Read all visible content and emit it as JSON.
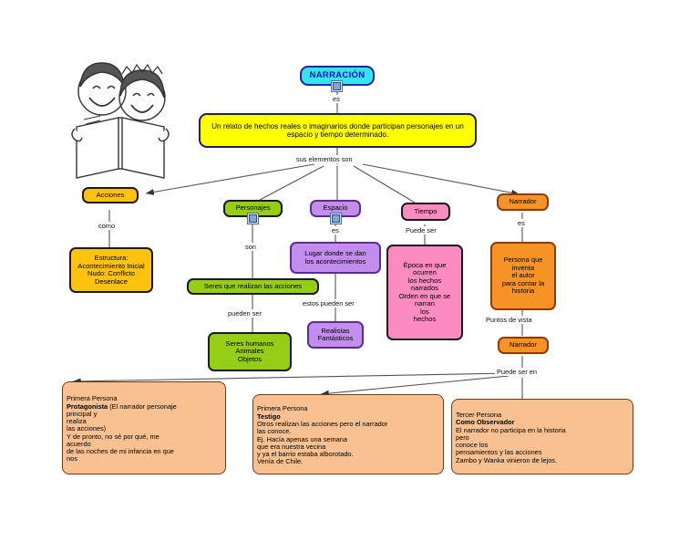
{
  "diagram": {
    "title": "NARRACIÓN",
    "type": "concept-map",
    "illustration": "two-children-reading-book-illustration",
    "colors": {
      "title_fill": "#33e6ee",
      "title_border": "#2222aa",
      "title_text": "#1111bb",
      "definition_fill": "#ffff00",
      "definition_border": "#1a1a8c",
      "gold": "#ffc20e",
      "green": "#96ce16",
      "purple": "#c38ded",
      "pink": "#fb8bc0",
      "orange": "#f79325",
      "peach": "#f9c191",
      "edge": "#444444"
    }
  },
  "nodes": {
    "root": "NARRACIÓN",
    "definition": "Un relato de hechos reales o imaginarios donde participan personajes en un espacio y tiempo determinado.",
    "acciones": "Acciones",
    "personajes": "Personajes",
    "espacio": "Espacio",
    "tiempo": "Tiempo",
    "narrador": "Narrador",
    "estructura_l1": "Estructura:",
    "estructura_l2": "Acontecimiento Inicial",
    "estructura_l3": "Nudo: Conflicto",
    "estructura_l4": "Desenlace",
    "seres_acciones": "Seres que realizan las acciones",
    "seres_tipos_l1": "Seres humanos",
    "seres_tipos_l2": "Animales",
    "seres_tipos_l3": "Objetos",
    "lugar_l1": "Lugar donde se dan",
    "lugar_l2": "los acontecimientos",
    "realistas_l1": "Realistas",
    "realistas_l2": "Fantásticos",
    "epoca_l1": "Época en que",
    "epoca_l2": "ocurren",
    "epoca_l3": "los hechos",
    "epoca_l4": "narrados",
    "epoca_l5": "Orden en que se",
    "epoca_l6": "narran",
    "epoca_l7": "los",
    "epoca_l8": "hechos",
    "persona_l1": "Persona que",
    "persona_l2": "inventa",
    "persona_l3": "el autor",
    "persona_l4": "para contar la",
    "persona_l5": "historia",
    "narrador2": "Narrador",
    "protagonista_l1": "Primera Persona",
    "protagonista_l2": "Protagonista",
    "protagonista_l2b": " (El narrador personaje",
    "protagonista_l3": "principal y",
    "protagonista_l4": "realiza",
    "protagonista_l5": "las acciones)",
    "protagonista_l6": "Y de pronto, no sé por qué, me",
    "protagonista_l7": "acuerdo",
    "protagonista_l8": "de las noches de mi infancia en que",
    "protagonista_l9": "nos",
    "testigo_l1": "Primera Persona",
    "testigo_l2": "Testigo",
    "testigo_l3": "Otros realizan las acciones pero el narrador",
    "testigo_l4": "las conoce.",
    "testigo_l5": "Ej. Hacía apenas una semana",
    "testigo_l6": "que era nuestra vecina",
    "testigo_l7": "y ya el barrio estaba alborotado.",
    "testigo_l8": "Venía de Chile.",
    "observador_l1": "Tercer Persona",
    "observador_l2": "Como Observador",
    "observador_l3": "El narrador no participa en la historia",
    "observador_l4": "pero",
    "observador_l5": "conoce los",
    "observador_l6": "pensamientos y las acciones",
    "observador_l7": "Zambo y Wanka vinieron de lejos."
  },
  "edge_labels": {
    "es_root": "es",
    "sus_elementos": "sus elementos son",
    "como": "como",
    "son": "son",
    "pueden_ser": "pueden ser",
    "es_espacio": "es",
    "estos_pueden_ser": "estos pueden ser",
    "puede_ser": "Puede ser",
    "es_narrador": "es",
    "puntos_de_vista": "Puntos de vista",
    "puede_ser_en": "Puede ser en"
  },
  "icons": {
    "root_badge": "image-badge-icon",
    "personajes_badge": "image-badge-icon",
    "espacio_badge": "image-badge-icon"
  }
}
